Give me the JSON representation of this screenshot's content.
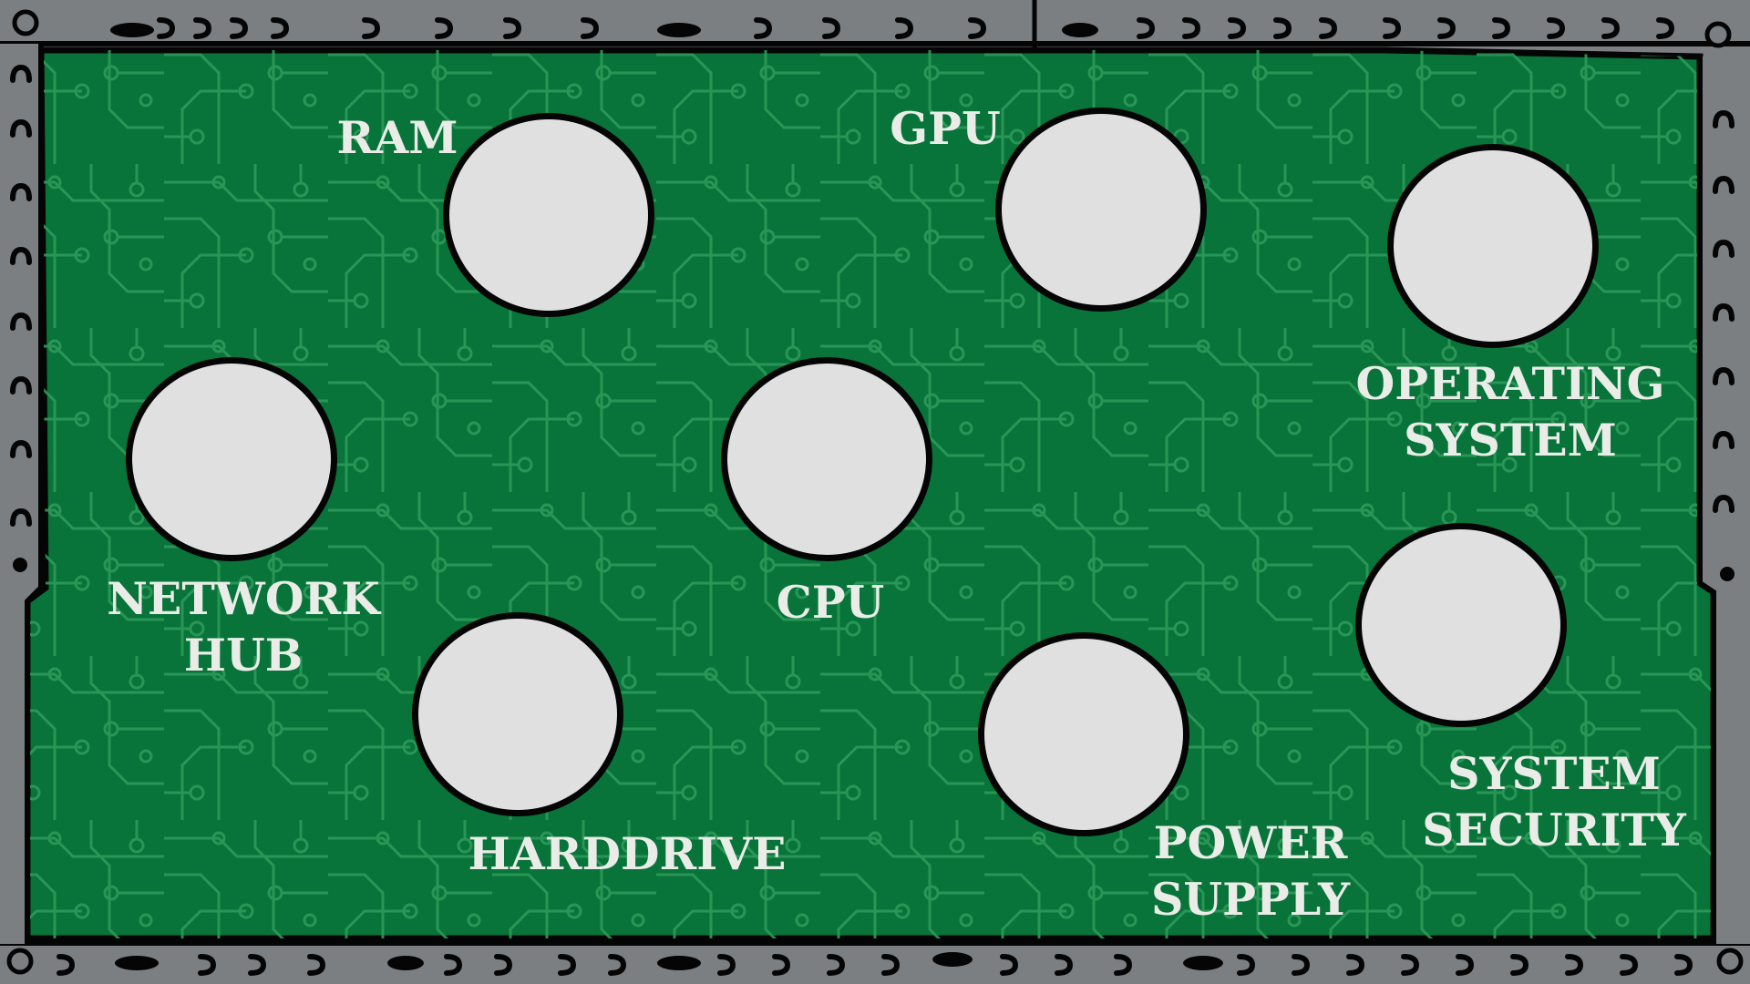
{
  "colors": {
    "board_green": "#08743a",
    "trace_green": "#2c9a58",
    "frame_gray": "#7c7f82",
    "slot_fill": "#e0e0e0",
    "slot_border": "#050505",
    "label_text": "#e9ece7"
  },
  "slots": [
    {
      "id": "ram",
      "label": "RAM"
    },
    {
      "id": "gpu",
      "label": "GPU"
    },
    {
      "id": "operating-system",
      "label": "OPERATING\nSYSTEM"
    },
    {
      "id": "network-hub",
      "label": "NETWORK\nHUB"
    },
    {
      "id": "cpu",
      "label": "CPU"
    },
    {
      "id": "harddrive",
      "label": "HARDDRIVE"
    },
    {
      "id": "power-supply",
      "label": "POWER\nSUPPLY"
    },
    {
      "id": "system-security",
      "label": "SYSTEM\nSECURITY"
    }
  ]
}
